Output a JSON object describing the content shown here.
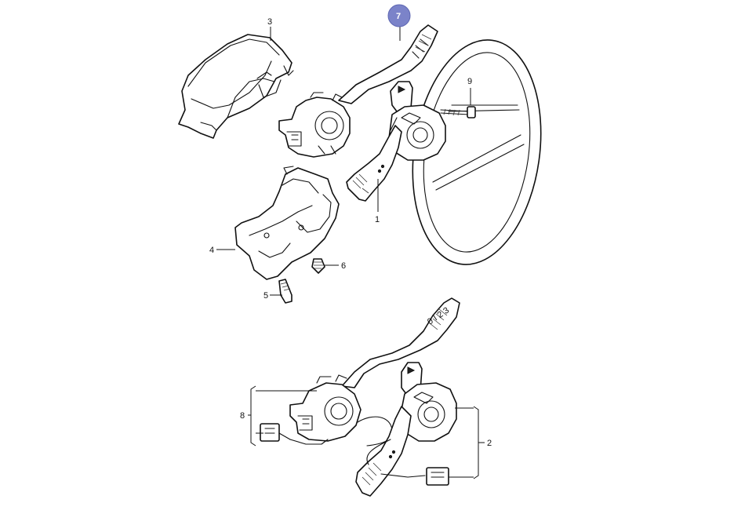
{
  "callouts": {
    "c1": "1",
    "c2": "2",
    "c3": "3",
    "c4": "4",
    "c5": "5",
    "c6": "6",
    "c7": "7",
    "c8": "8",
    "c9": "9"
  },
  "highlight": {
    "part": "7",
    "color": "#7b83c9"
  },
  "colors": {
    "line": "#111111",
    "background": "#ffffff"
  }
}
